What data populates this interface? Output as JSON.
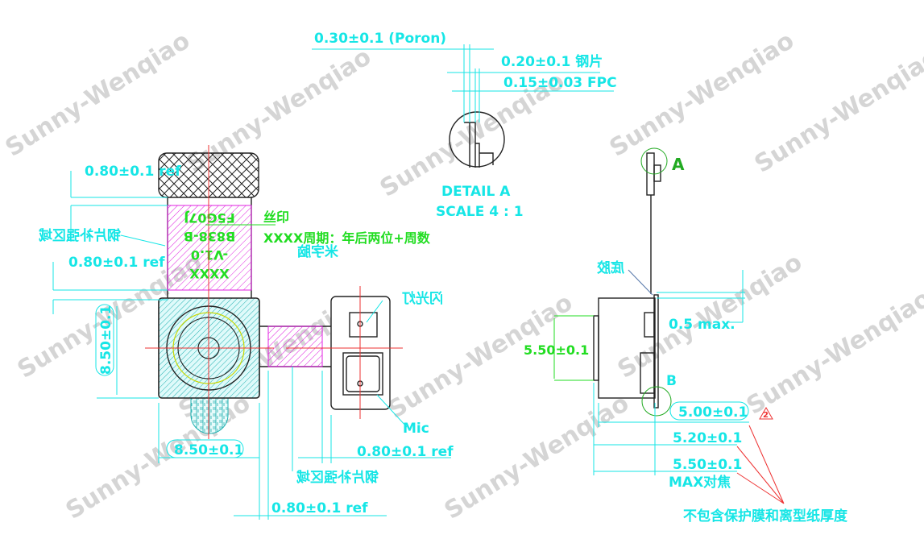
{
  "watermark": "Sunny-Wenqiao",
  "colors": {
    "dimension": "#16e6e6",
    "note": "#22dd22",
    "centerline": "#e33333",
    "print_area": "#e020e0",
    "body": "#20b0b0"
  },
  "front_view": {
    "dim_top_ref": "0.80±0.1 ref",
    "dim_mid_ref": "0.80±0.1 ref",
    "mirrored_label_left": "钢片补强区域",
    "dim_height": "8.50±0.1",
    "dim_width": "8.50±0.1",
    "dim_flex_ref": "0.80±0.1 ref",
    "mirrored_label_bottom": "钢片补强区域",
    "dim_bottom_ref": "0.80±0.1 ref",
    "silkscreen_label": "丝印",
    "silkscreen_note": "XXXX周期：年后两位+周数",
    "mirrored_note": "米字脑",
    "print_lines": [
      "XXXX",
      "-V1.0",
      "B838-B",
      "F5G07J"
    ],
    "label_light_sensor": "闪光灯",
    "label_mic": "Mic"
  },
  "detail_a": {
    "dim_poron": "0.30±0.1 (Poron)",
    "dim_steel": "0.20±0.1 钢片",
    "dim_fpc": "0.15±0.03 FPC",
    "title": "DETAIL A",
    "scale": "SCALE 4 : 1"
  },
  "side_view": {
    "marker_a": "A",
    "marker_b": "B",
    "label_glue": "底胶",
    "dim_gap": "0.5 max.",
    "dim_lens": "5.50±0.1",
    "dim_500": "5.00±0.1",
    "revision_mark": "2",
    "dim_520": "5.20±0.1",
    "dim_550": "5.50±0.1",
    "dim_550_note": "MAX对焦",
    "thickness_note": "不包含保护膜和离型纸厚度"
  }
}
